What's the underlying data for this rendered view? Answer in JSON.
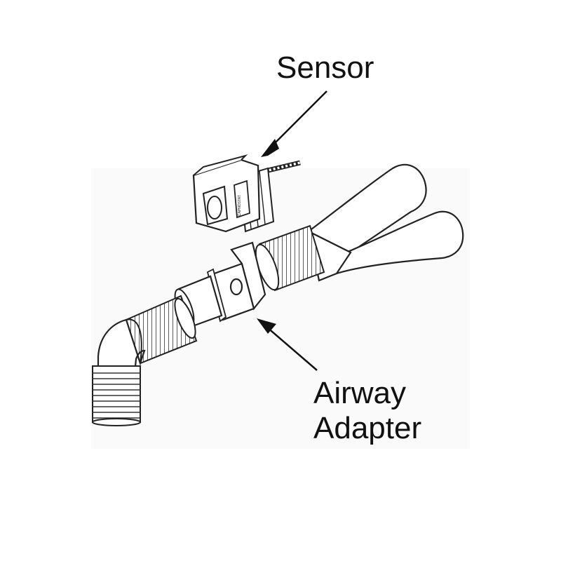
{
  "labels": {
    "sensor": "Sensor",
    "adapter_line1": "Airway",
    "adapter_line2": "Adapter"
  },
  "sensor_badge_text": "CAPNOSTAT",
  "colors": {
    "line": "#222222",
    "fill": "#ffffff",
    "background": "#ffffff",
    "text": "#111111"
  }
}
